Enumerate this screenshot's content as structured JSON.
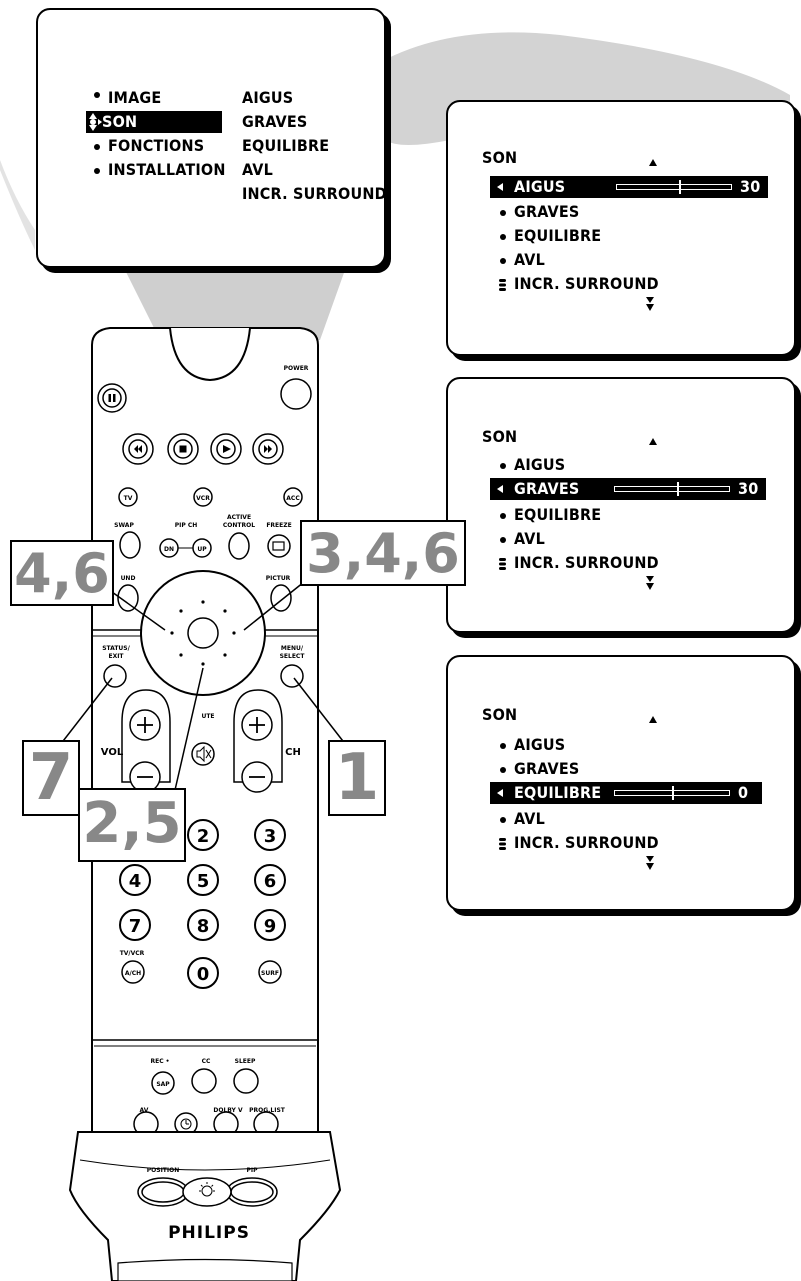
{
  "main_menu": {
    "items": [
      "IMAGE",
      "SON",
      "FONCTIONS",
      "INSTALLATION"
    ],
    "selected_index": 1,
    "submenu": [
      "AIGUS",
      "GRAVES",
      "EQUILIBRE",
      "AVL",
      "INCR. SURROUND"
    ]
  },
  "panels": [
    {
      "title": "SON",
      "items": [
        "AIGUS",
        "GRAVES",
        "EQUILIBRE",
        "AVL",
        "INCR. SURROUND"
      ],
      "selected_index": 0,
      "slider_value": "30",
      "slider_level": 0.55
    },
    {
      "title": "SON",
      "items": [
        "AIGUS",
        "GRAVES",
        "EQUILIBRE",
        "AVL",
        "INCR. SURROUND"
      ],
      "selected_index": 1,
      "slider_value": "30",
      "slider_level": 0.55
    },
    {
      "title": "SON",
      "items": [
        "AIGUS",
        "GRAVES",
        "EQUILIBRE",
        "AVL",
        "INCR. SURROUND"
      ],
      "selected_index": 2,
      "slider_value": "0",
      "slider_level": 0.5
    }
  ],
  "callouts": {
    "left_top": "4,6",
    "right_top": "3,4,6",
    "left_bottom": "7",
    "right_bottom": "1",
    "center_bottom": "2,5"
  },
  "remote": {
    "power": "POWER",
    "tv": "TV",
    "vcr": "VCR",
    "acc": "ACC",
    "swap": "SWAP",
    "pip_ch": "PIP CH",
    "active_control_1": "ACTIVE",
    "active_control_2": "CONTROL",
    "freeze": "FREEZE",
    "dn": "DN",
    "up": "UP",
    "sound": "UND",
    "picture": "PICTUR",
    "status_exit_1": "STATUS/",
    "status_exit_2": "EXIT",
    "menu_select_1": "MENU/",
    "menu_select_2": "SELECT",
    "vol": "VOL",
    "ch": "CH",
    "mute": "UTE",
    "digits": [
      "2",
      "3",
      "4",
      "5",
      "6",
      "7",
      "8",
      "9",
      "0"
    ],
    "tv_vcr_1": "TV/VCR",
    "tv_vcr_2": "A/CH",
    "surf": "SURF",
    "rec": "REC •",
    "sap": "SAP",
    "cc": "CC",
    "sleep": "SLEEP",
    "av": "AV",
    "dolby_v": "DOLBY V",
    "prog_list": "PROG.LIST",
    "position": "POSITION",
    "pip": "PIP",
    "brand": "PHILIPS"
  },
  "colors": {
    "callout_text": "#888888",
    "beam": "#cccccc"
  }
}
